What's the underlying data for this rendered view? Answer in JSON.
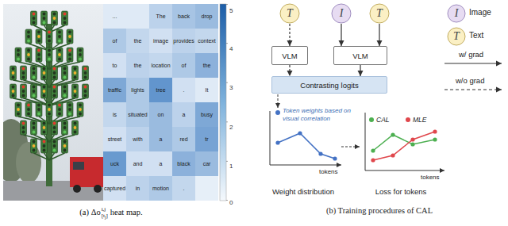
{
  "diagram": {
    "nodes": [
      {
        "text": [
          "T"
        ]
      },
      {
        "text": [
          "I"
        ]
      },
      {
        "text": [
          "T"
        ]
      },
      {
        "text": [
          "I"
        ]
      },
      {
        "text": [
          "T"
        ]
      },
      {
        "text": [
          "VLM"
        ]
      },
      {
        "text": [
          "VLM"
        ]
      },
      {
        "text": [
          "Contrasting logits"
        ]
      }
    ],
    "edges": [
      {
        "from": 0,
        "to": 5,
        "arrow": "to"
      },
      {
        "from": 1,
        "to": 6,
        "arrow": "to"
      },
      {
        "from": 2,
        "to": 6,
        "arrow": "to"
      },
      {
        "from": 5,
        "to": 7,
        "arrow": "to"
      },
      {
        "from": 6,
        "to": 7,
        "arrow": "to"
      }
    ],
    "labels": [
      "...",
      "The",
      "back",
      "drop",
      "of",
      "the",
      "image",
      "provides",
      "context",
      "to",
      "the",
      "location",
      "of",
      "the",
      "traffic",
      "lights",
      "tree",
      ".",
      "It",
      "is",
      "situated",
      "on",
      "a",
      "busy",
      "street",
      "with",
      "a",
      "red",
      "tr",
      "uck",
      "and",
      "a",
      "black",
      "car",
      "captured",
      "in",
      "motion",
      ".",
      "5",
      "4",
      "3",
      "2",
      "1",
      "0",
      "(a) Δo",
      "i,j",
      "[t",
      "j",
      "]",
      "heat map.",
      "tokens",
      "Weight distribution",
      "tokens",
      "Loss for tokens",
      "(b) Training procedures of CAL"
    ],
    "legend": [
      {
        "text": "Image"
      },
      {
        "text": "Text"
      },
      {
        "text": "w/ grad"
      },
      {
        "text": "w/o grad"
      },
      {
        "text": "Token weights based on visual correlation",
        "color": "#4472c4"
      },
      {
        "text": "CAL",
        "color": "#4caf50"
      },
      {
        "text": "MLE",
        "color": "#e0474c"
      }
    ]
  }
}
